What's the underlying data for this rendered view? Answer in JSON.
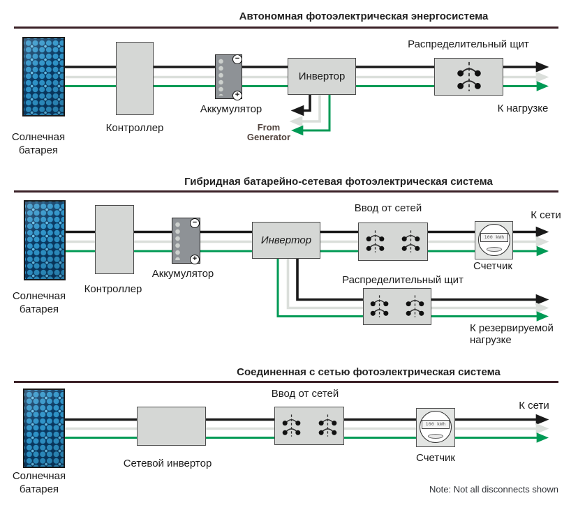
{
  "colors": {
    "wire_black": "#1a1a1a",
    "wire_neutral": "#dbdfdb",
    "wire_green": "#009a55",
    "title_rule": "#3b2127",
    "box_fill": "#d5d7d5",
    "battery_fill": "#8e9296",
    "solar_panel_blue": "#0a3a63"
  },
  "diagrams": [
    {
      "title": "Автономная фотоэлектрическая энергосистема",
      "solar_line1": "Солнечная",
      "solar_line2": "батарея",
      "controller": "Контроллер",
      "battery": "Аккумулятор",
      "minus": "−",
      "plus": "+",
      "inverter": "Инвертор",
      "board": "Распределительный щит",
      "to_load": "К нагрузке",
      "from_line1": "From",
      "from_line2": "Generator"
    },
    {
      "title": "Гибридная батарейно-сетевая фотоэлектрическая система",
      "solar_line1": "Солнечная",
      "solar_line2": "батарея",
      "controller": "Контроллер",
      "battery": "Аккумулятор",
      "minus": "−",
      "plus": "+",
      "inverter": "Инвертор",
      "grid_input": "Ввод от сетей",
      "meter": "Счетчик",
      "meter_display": "100 kWh",
      "to_grid": "К сети",
      "board": "Распределительный щит",
      "backup_line1": "К резервируемой",
      "backup_line2": "нагрузке"
    },
    {
      "title": "Соединенная с сетью фотоэлектрическая система",
      "solar_line1": "Солнечная",
      "solar_line2": "батарея",
      "inverter": "Сетевой инвертор",
      "grid_input": "Ввод от сетей",
      "meter": "Счетчик",
      "meter_display": "100 kWh",
      "to_grid": "К сети",
      "note": "Note: Not all disconnects shown"
    }
  ]
}
